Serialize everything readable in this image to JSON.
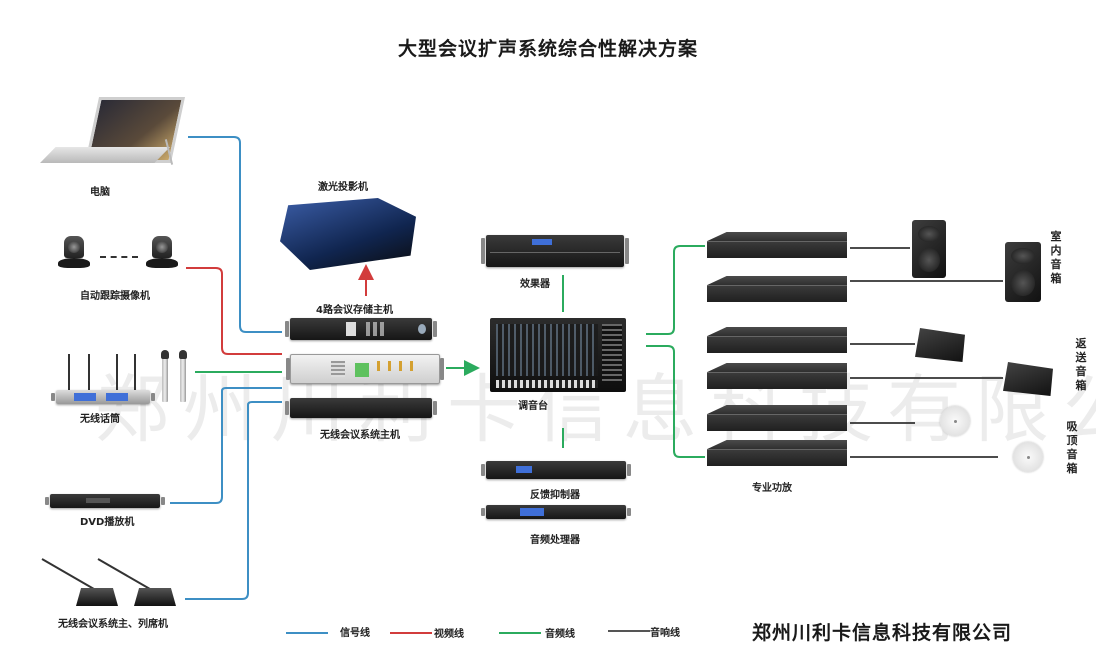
{
  "title": "大型会议扩声系统综合性解决方案",
  "watermark": "郑州川利卡信息科技有限公司",
  "company": "郑州川利卡信息科技有限公司",
  "colors": {
    "signal": "#3d8fc4",
    "video": "#d23c3c",
    "audio": "#2bab5e",
    "speaker": "#333333"
  },
  "devices": {
    "computer": {
      "label": "电脑",
      "icon": "laptop-icon"
    },
    "tracking_camera": {
      "label": "自动跟踪摄像机",
      "icon": "ptz-camera-icon"
    },
    "wireless_mic": {
      "label": "无线话筒",
      "icon": "wireless-mic-icon"
    },
    "dvd_player": {
      "label": "DVD播放机",
      "icon": "dvd-player-icon"
    },
    "conference_units": {
      "label": "无线会议系统主、列席机",
      "icon": "conference-mic-icon"
    },
    "laser_projector": {
      "label": "激光投影机",
      "icon": "projector-icon"
    },
    "recording_host": {
      "label": "4路会议存储主机",
      "icon": "rack-unit-icon"
    },
    "wireless_conf_host": {
      "label": "无线会议系统主机",
      "icon": "rack-unit-icon"
    },
    "effects": {
      "label": "效果器",
      "icon": "rack-unit-icon"
    },
    "mixer": {
      "label": "调音台",
      "icon": "mixer-icon"
    },
    "feedback_suppressor": {
      "label": "反馈抑制器",
      "icon": "rack-unit-icon"
    },
    "audio_processor": {
      "label": "音频处理器",
      "icon": "rack-unit-icon"
    },
    "power_amp": {
      "label": "专业功放",
      "icon": "amplifier-icon"
    },
    "indoor_speaker": {
      "label": "室内音箱",
      "icon": "speaker-icon"
    },
    "monitor_speaker": {
      "label": "返送音箱",
      "icon": "monitor-speaker-icon"
    },
    "ceiling_speaker": {
      "label": "吸顶音箱",
      "icon": "ceiling-speaker-icon"
    }
  },
  "legend": [
    {
      "label": "信号线",
      "color": "#3d8fc4"
    },
    {
      "label": "视频线",
      "color": "#d23c3c"
    },
    {
      "label": "音频线",
      "color": "#2bab5e"
    },
    {
      "label": "音响线",
      "color": "#333333"
    }
  ]
}
